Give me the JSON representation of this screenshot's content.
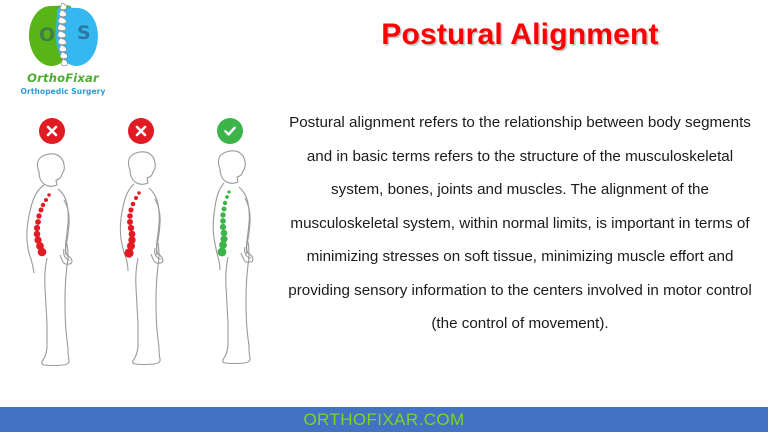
{
  "logo": {
    "letter_left": "O",
    "letter_right": "S",
    "brand": "OrthoFixar",
    "tagline": "Orthopedic Surgery",
    "brand_color": "#4cae2e",
    "tagline_color": "#2f9ad6",
    "leaf_green": "#57b517",
    "leaf_blue": "#35b7f0"
  },
  "header": {
    "title": "Postural Alignment",
    "title_color": "#ff0000"
  },
  "main": {
    "paragraph": "Postural alignment refers to the relationship between body segments and in basic terms refers to the structure of the musculoskeletal system, bones, joints and muscles. The alignment of the musculoskeletal system, within normal limits, is important in terms of minimizing stresses on soft tissue, minimizing muscle effort and providing sensory information to the centers involved in motor control (the control of movement)."
  },
  "figures": [
    {
      "id": "figure-1",
      "badge_icon": "cross-icon",
      "badge_status": "incorrect",
      "badge_color": "#e01b23",
      "spine_color": "#e01b23",
      "posture": "hunched forward — excessive thoracic kyphosis"
    },
    {
      "id": "figure-2",
      "badge_icon": "cross-icon",
      "badge_status": "incorrect",
      "badge_color": "#e01b23",
      "spine_color": "#e01b23",
      "posture": "swayback — increased lumbar lordosis"
    },
    {
      "id": "figure-3",
      "badge_icon": "check-icon",
      "badge_status": "correct",
      "badge_color": "#3cb44a",
      "spine_color": "#3cb44a",
      "posture": "neutral correct alignment"
    }
  ],
  "footer": {
    "text": "ORTHOFIXAR.COM",
    "bar_color": "#4372c4",
    "text_color": "#7ed321"
  }
}
